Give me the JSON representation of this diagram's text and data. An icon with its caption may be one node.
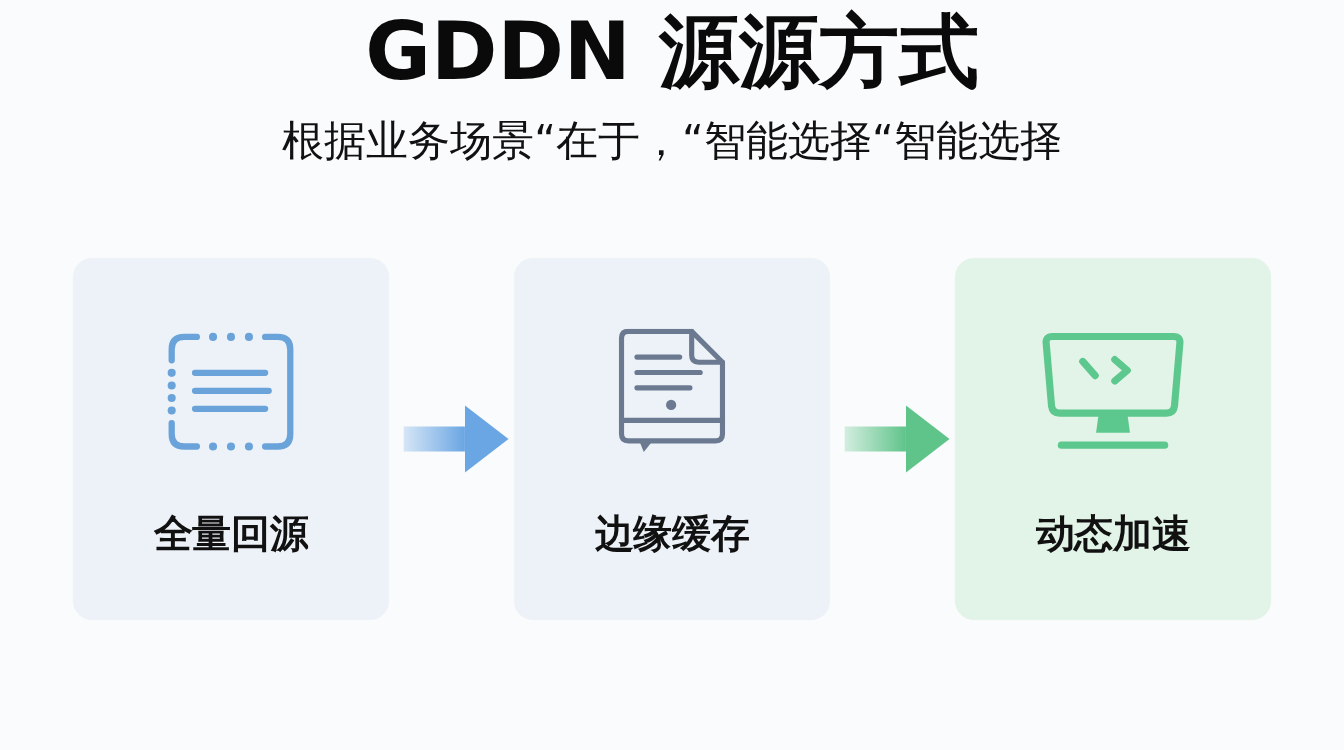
{
  "diagram": {
    "title": "GDDN 源源方式",
    "nodes": [
      {
        "text": [
          "全量回源"
        ]
      },
      {
        "text": [
          "边缘缓存"
        ]
      },
      {
        "text": [
          "动态加速"
        ]
      }
    ],
    "edges": [
      {
        "from": 0,
        "to": 1,
        "arrow": "to",
        "style": "thick",
        "color": "#6aa6e3"
      },
      {
        "from": 1,
        "to": 2,
        "arrow": "to",
        "style": "thick",
        "color": "#5fc48a"
      }
    ],
    "labels": [
      "根据业务场景“在于，“智能选择“智能选择"
    ]
  }
}
